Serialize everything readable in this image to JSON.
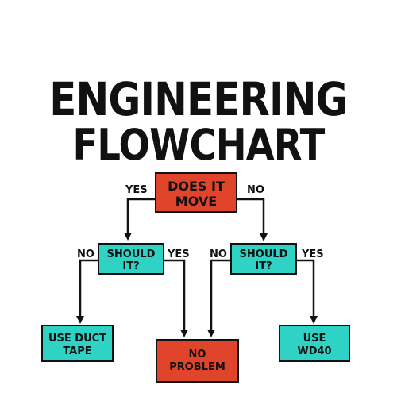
{
  "title": {
    "line1": "ENGINEERING",
    "line2": "FLOWCHART"
  },
  "colors": {
    "decision_red": "#e0452b",
    "cyan": "#2fd3c6",
    "outline": "#111111",
    "background": "#ffffff"
  },
  "nodes": {
    "does_it_move": {
      "line1": "DOES IT",
      "line2": "MOVE"
    },
    "should_it_left": {
      "line1": "SHOULD",
      "line2": "IT?"
    },
    "should_it_right": {
      "line1": "SHOULD",
      "line2": "IT?"
    },
    "use_duct_tape": {
      "line1": "USE DUCT",
      "line2": "TAPE"
    },
    "no_problem": {
      "line1": "NO",
      "line2": "PROBLEM"
    },
    "use_wd40": {
      "line1": "USE",
      "line2": "WD40"
    }
  },
  "edges": {
    "move_yes": "YES",
    "move_no": "NO",
    "left_no": "NO",
    "left_yes": "YES",
    "right_no": "NO",
    "right_yes": "YES"
  }
}
